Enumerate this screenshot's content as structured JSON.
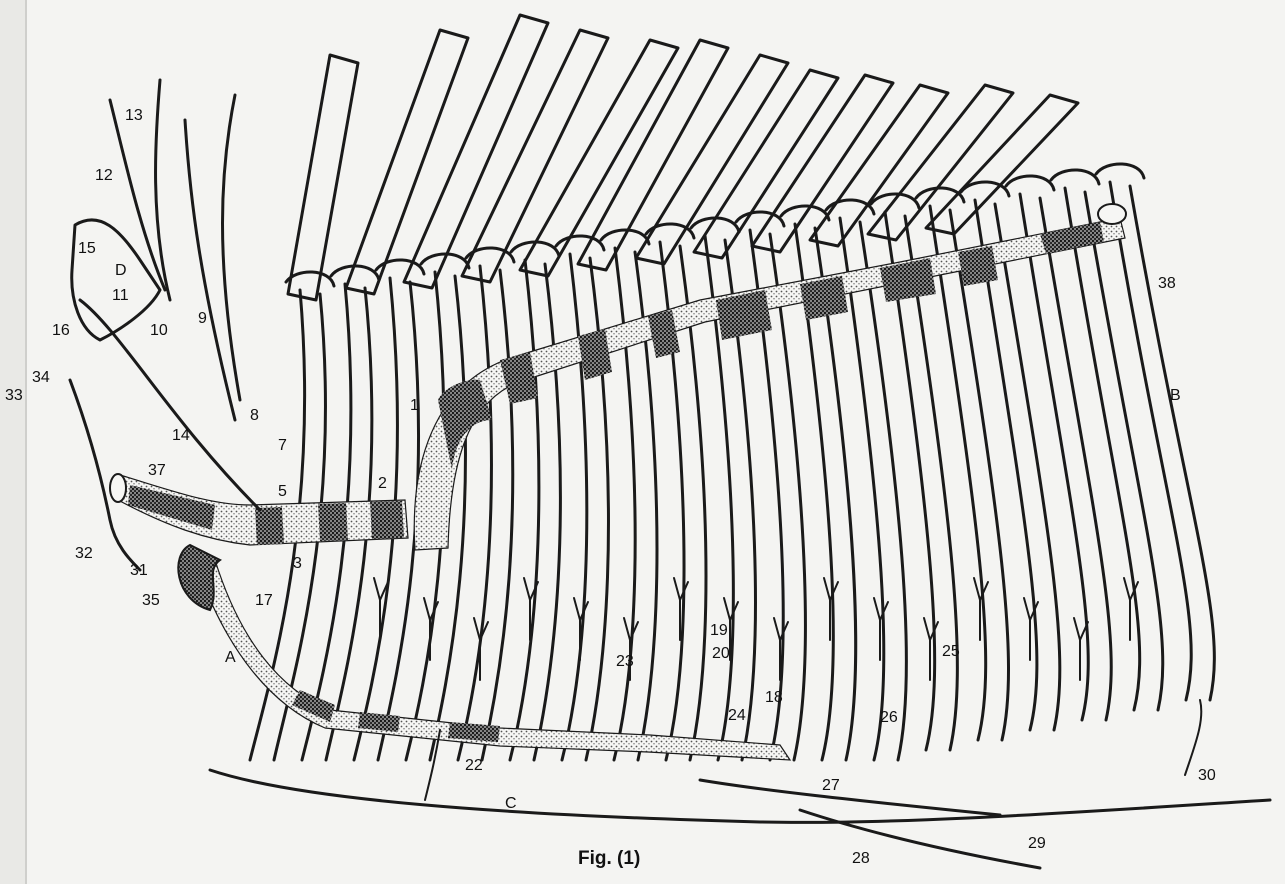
{
  "figure": {
    "caption": "Fig. (1)",
    "labels": [
      {
        "id": "l1",
        "text": "1"
      },
      {
        "id": "l2",
        "text": "2"
      },
      {
        "id": "l3",
        "text": "3"
      },
      {
        "id": "l5",
        "text": "5"
      },
      {
        "id": "l7",
        "text": "7"
      },
      {
        "id": "l8",
        "text": "8"
      },
      {
        "id": "l9",
        "text": "9"
      },
      {
        "id": "l10",
        "text": "10"
      },
      {
        "id": "l11",
        "text": "11"
      },
      {
        "id": "l12",
        "text": "12"
      },
      {
        "id": "l13",
        "text": "13"
      },
      {
        "id": "l14",
        "text": "14"
      },
      {
        "id": "l15",
        "text": "15"
      },
      {
        "id": "l16",
        "text": "16"
      },
      {
        "id": "l17",
        "text": "17"
      },
      {
        "id": "l18",
        "text": "18"
      },
      {
        "id": "l19",
        "text": "19"
      },
      {
        "id": "l20",
        "text": "20"
      },
      {
        "id": "l22",
        "text": "22"
      },
      {
        "id": "l23",
        "text": "23"
      },
      {
        "id": "l24",
        "text": "24"
      },
      {
        "id": "l25",
        "text": "25"
      },
      {
        "id": "l26",
        "text": "26"
      },
      {
        "id": "l27",
        "text": "27"
      },
      {
        "id": "l28",
        "text": "28"
      },
      {
        "id": "l29",
        "text": "29"
      },
      {
        "id": "l30",
        "text": "30"
      },
      {
        "id": "l31",
        "text": "31"
      },
      {
        "id": "l32",
        "text": "32"
      },
      {
        "id": "l33",
        "text": "33"
      },
      {
        "id": "l34",
        "text": "34"
      },
      {
        "id": "l35",
        "text": "35"
      },
      {
        "id": "l37",
        "text": "37"
      },
      {
        "id": "l38",
        "text": "38"
      },
      {
        "id": "lA",
        "text": "A"
      },
      {
        "id": "lB",
        "text": "B"
      },
      {
        "id": "lC",
        "text": "C"
      },
      {
        "id": "lD",
        "text": "D"
      }
    ]
  },
  "colors": {
    "ink": "#1a1a1a",
    "paper": "#f4f4f2"
  }
}
